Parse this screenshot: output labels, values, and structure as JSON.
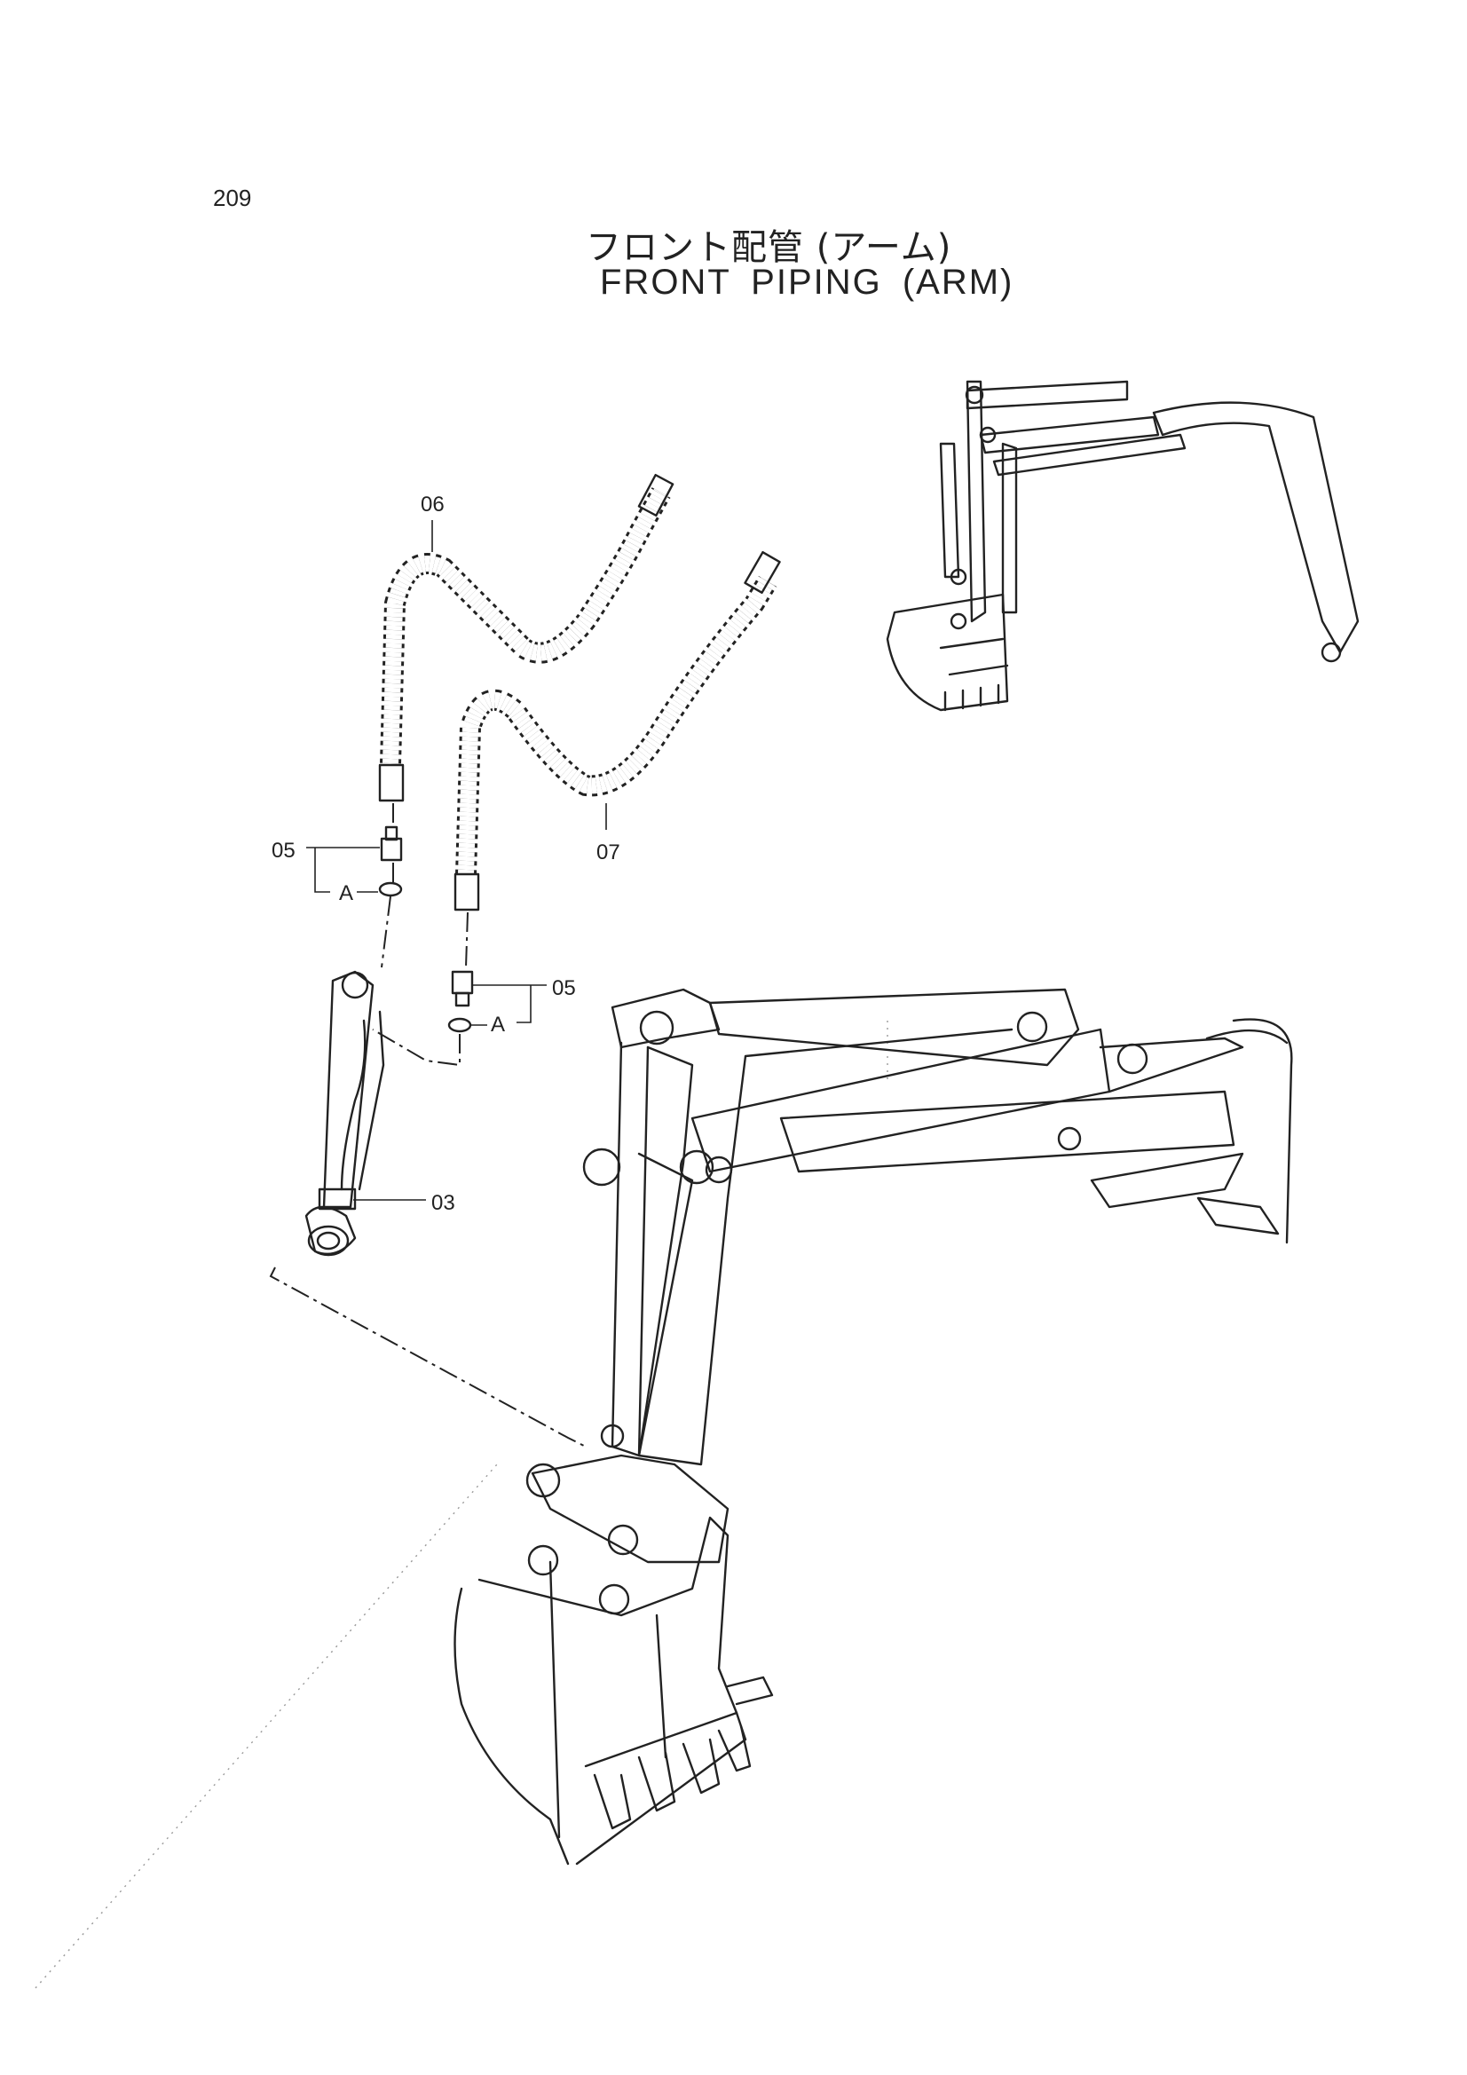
{
  "page": {
    "number": "209"
  },
  "title": {
    "japanese": "フロント配管 (アーム)",
    "english": "FRONT PIPING (ARM)"
  },
  "callouts": [
    {
      "id": "hose-06",
      "label": "06"
    },
    {
      "id": "hose-07",
      "label": "07"
    },
    {
      "id": "fitting-05-left",
      "label": "05"
    },
    {
      "id": "fitting-05-right",
      "label": "05"
    },
    {
      "id": "oring-a-left",
      "label": "A"
    },
    {
      "id": "oring-a-right",
      "label": "A"
    },
    {
      "id": "cylinder-03",
      "label": "03"
    }
  ]
}
